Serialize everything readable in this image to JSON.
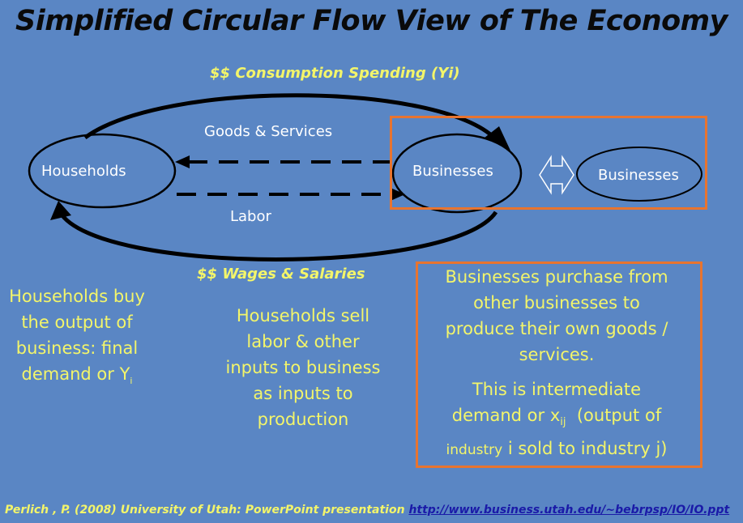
{
  "title": "Simplified Circular Flow View of The Economy",
  "flows": {
    "consumption_spending": "$$ Consumption Spending (Yi)",
    "goods_services": "Goods & Services",
    "labor": "Labor",
    "wages_salaries": "$$ Wages & Salaries"
  },
  "nodes": {
    "households": "Households",
    "businesses_main": "Businesses",
    "businesses_other": "Businesses"
  },
  "notes": {
    "households_buy": {
      "line1": "Households buy",
      "line2": "the output of",
      "line3": "business: final",
      "line4": "demand or Y",
      "sub": "i"
    },
    "households_sell": {
      "line1": "Households sell",
      "line2": "labor & other",
      "line3": "inputs to business",
      "line4": "as inputs to",
      "line5": "production"
    },
    "businesses_purchase": {
      "line1": "Businesses purchase from",
      "line2": "other businesses to",
      "line3": "produce their own goods /",
      "line4": "services.",
      "line5": "This is intermediate",
      "line6_pre": "demand or x",
      "line6_sub": "ij",
      "line6_post": "  (output of",
      "line7_small": "industry",
      "line7_rest": " i sold to industry j)"
    }
  },
  "citation": {
    "text": "Perlich , P.  (2008)  University of Utah: PowerPoint presentation ",
    "link": "http://www.business.utah.edu/~bebrpsp/IO/IO.ppt"
  },
  "colors": {
    "background": "#5a86c4",
    "accent_yellow": "#f3f56a",
    "box_orange": "#e8742f"
  }
}
